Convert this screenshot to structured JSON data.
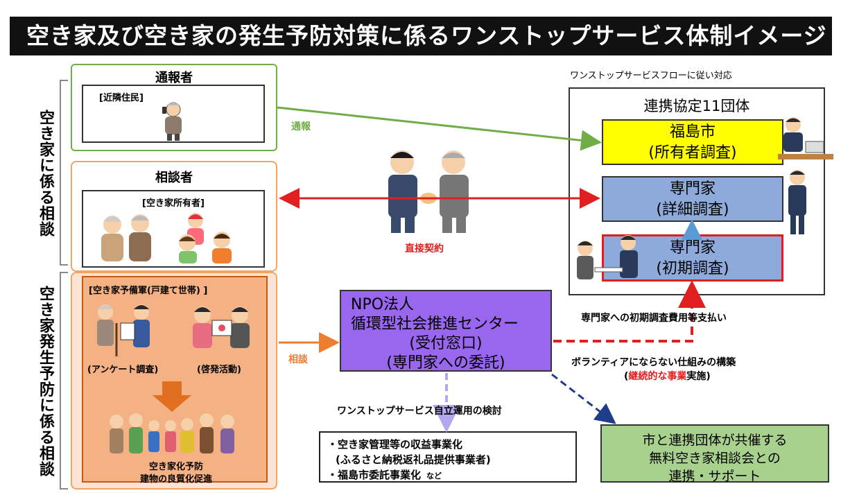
{
  "title": "空き家及び空き家の発生予防対策に係るワンストップサービス体制イメージ",
  "left_side": {
    "consult_label_top": "空き家に係る相談",
    "consult_label_bottom": "空き家発生予防に係る相談"
  },
  "reporter": {
    "heading": "通報者",
    "sub": "[近隣住民]"
  },
  "consultant": {
    "heading": "相談者",
    "sub": "[空き家所有者]"
  },
  "prevention": {
    "sub": "[空き家予備軍(戸建て世帯) ]",
    "survey": "(アンケート調査)",
    "awareness": "(啓発活動)",
    "result_line1": "空き家化予防",
    "result_line2": "建物の良質化促進"
  },
  "arrows": {
    "report": "通報",
    "direct_contract": "直接契約",
    "consult": "相談",
    "payment": "専門家への初期調査費用等支払い",
    "volunteer_line1": "ボランティアにならない仕組みの構築",
    "volunteer_pre": "(",
    "volunteer_red": "継続的な事業",
    "volunteer_post": "実施)",
    "self_operation": "ワンストップサービス自立運用の検討"
  },
  "right_panel": {
    "caption": "ワンストップサービスフローに従い対応",
    "heading": "連携協定11団体",
    "city_line1": "福島市",
    "city_line2": "(所有者調査)",
    "expert_detail_line1": "専門家",
    "expert_detail_line2": "(詳細調査)",
    "expert_initial_line1": "専門家",
    "expert_initial_line2": "(初期調査)"
  },
  "npo": {
    "line1": "NPO法人",
    "line2": "循環型社会推進センター",
    "line3": "(受付窓口)",
    "line4": "(専門家への委託)"
  },
  "revenue": {
    "line1": "・空き家管理等の収益事業化",
    "line2": "(ふるさと納税返礼品提供事業者)",
    "line3": "・福島市委託事業化",
    "line3_suffix": "など"
  },
  "joint_event": {
    "line1": "市と連携団体が共催する",
    "line2": "無料空き家相談会との",
    "line3": "連携・サポート"
  },
  "colors": {
    "report_arrow": "#70ad47",
    "contract_arrow": "#e02020",
    "consult_arrow": "#ed7d31",
    "payment_arrow": "#e02020",
    "event_arrow": "#1f3c88",
    "self_arrow": "#b4a7f0",
    "detail_arrow": "#5b9bd5"
  },
  "icons": [
    "elderly-phone-icon",
    "handshake-icon",
    "family-icon",
    "businessman-icon",
    "consultation-icon",
    "community-icon"
  ]
}
